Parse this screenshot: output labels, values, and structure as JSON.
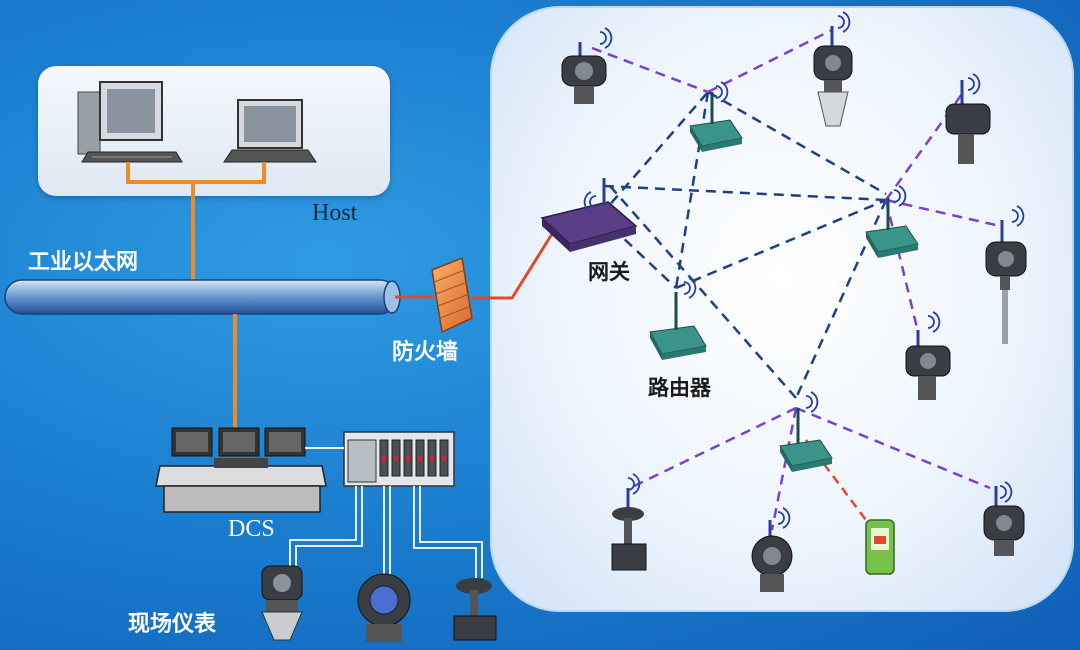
{
  "labels": {
    "host": "Host",
    "ethernet": "工业以太网",
    "firewall": "防火墙",
    "gateway": "网关",
    "router": "路由器",
    "dcs": "DCS",
    "field_instruments": "现场仪表"
  },
  "colors": {
    "background": "#1b7fd0",
    "wired_link": "#f0892a",
    "mesh_link": "#1e3f8a",
    "device_link": "#7a3fd6",
    "handheld_link": "#e04a2a",
    "firewall_link": "#e04a2a",
    "router": "#2e7f78",
    "gateway": "#4a3070"
  }
}
